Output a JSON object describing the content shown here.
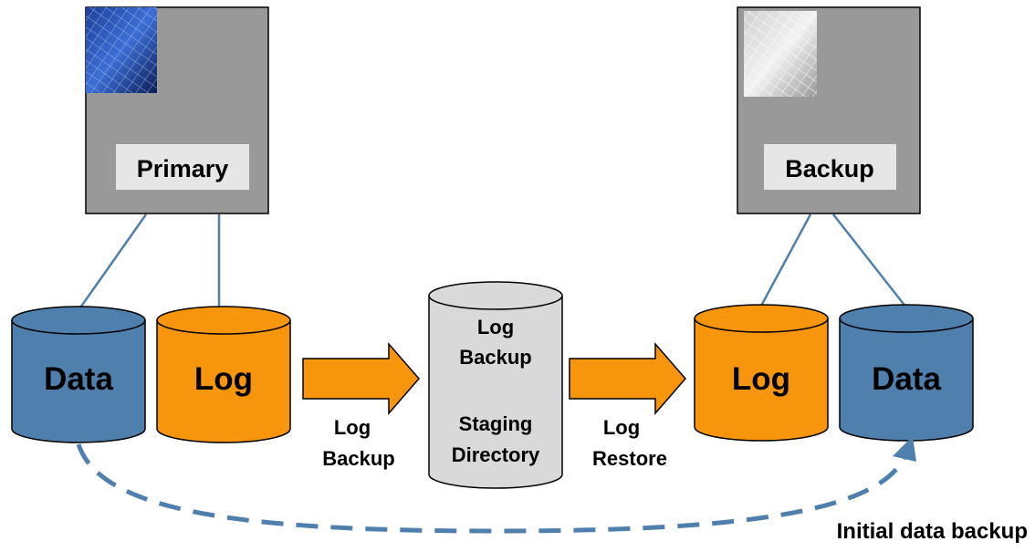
{
  "servers": {
    "primary": {
      "label": "Primary",
      "image": "blue-wireframe-building-photo"
    },
    "backup": {
      "label": "Backup",
      "image": "grey-wireframe-building-photo"
    }
  },
  "primary_disks": {
    "data": {
      "label": "Data",
      "color": "#4f7fad"
    },
    "log": {
      "label": "Log",
      "color": "#f7960d"
    }
  },
  "backup_disks": {
    "log": {
      "label": "Log",
      "color": "#f7960d"
    },
    "data": {
      "label": "Data",
      "color": "#4f7fad"
    }
  },
  "staging": {
    "line1": "Log",
    "line2": "Backup",
    "line3": "Staging",
    "line4": "Directory",
    "color": "#d9d9d9"
  },
  "flows": {
    "log_backup": {
      "line1": "Log",
      "line2": "Backup"
    },
    "log_restore": {
      "line1": "Log",
      "line2": "Restore"
    },
    "initial_backup": "Initial data backup"
  },
  "colors": {
    "server_fill": "#999999",
    "server_label_bg": "#e6e6e6",
    "connector": "#4f7fad",
    "arrow": "#f7960d",
    "dashed_arrow": "#4f7fad"
  }
}
